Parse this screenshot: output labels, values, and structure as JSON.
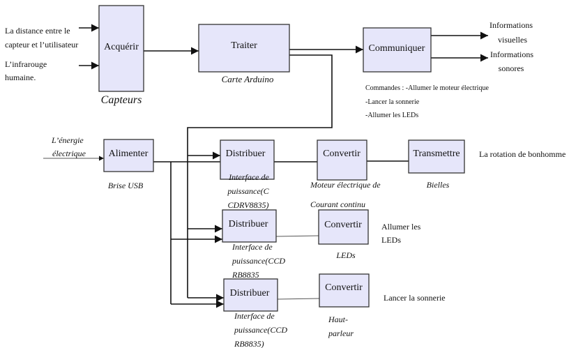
{
  "colors": {
    "box_fill": "#e6e6fa",
    "box_stroke": "#333333",
    "line": "#111111"
  },
  "inputs": {
    "distance": [
      "La distance entre le",
      "capteur et l’utilisateur"
    ],
    "infrared": [
      "L’infrarouge",
      "humaine."
    ],
    "energy": [
      "L’énergie",
      "électrique"
    ]
  },
  "blocks": {
    "acquerir": {
      "label": "Acquérir",
      "caption": "Capteurs"
    },
    "traiter": {
      "label": "Traiter",
      "caption": "Carte Arduino"
    },
    "communiquer": {
      "label": "Communiquer"
    },
    "alimenter": {
      "label": "Alimenter",
      "caption": "Brise USB"
    },
    "distribuer1": {
      "label": "Distribuer",
      "caption": [
        "Interface de",
        "puissance(C",
        "CDRV8835)"
      ]
    },
    "convertir1": {
      "label": "Convertir",
      "caption": [
        "Moteur électrique de",
        "Courant continu"
      ]
    },
    "transmettre": {
      "label": "Transmettre",
      "caption": "Bielles"
    },
    "distribuer2": {
      "label": "Distribuer",
      "caption": [
        "Interface de",
        "puissance(CCD",
        "RB8835"
      ]
    },
    "convertir2": {
      "label": "Convertir",
      "caption": "LEDs"
    },
    "distribuer3": {
      "label": "Distribuer",
      "caption": [
        "Interface de",
        "puissance(CCD",
        "RB8835)"
      ]
    },
    "convertir3": {
      "label": "Convertir",
      "caption": [
        "Haut-",
        "parleur"
      ]
    }
  },
  "outputs": {
    "visual": [
      "Informations",
      "visuelles"
    ],
    "sound": [
      "Informations",
      "sonores"
    ],
    "rotation": "La rotation de bonhomme",
    "leds": [
      "Allumer les",
      "LEDs"
    ],
    "ring": "Lancer la sonnerie"
  },
  "commands": [
    "Commandes : -Allumer le moteur électrique",
    "-Lancer la sonnerie",
    "-Allumer les LEDs"
  ]
}
